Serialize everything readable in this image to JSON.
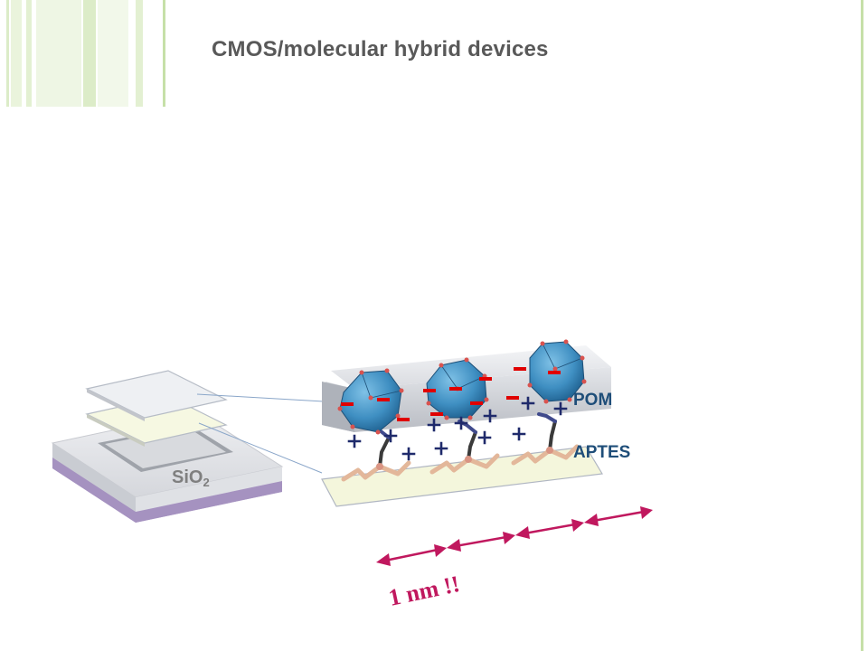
{
  "slide": {
    "title": "CMOS/molecular hybrid devices"
  },
  "diagram": {
    "substrate_label": "SiO",
    "substrate_sub": "2",
    "layer_labels": [
      "POM",
      "APTES"
    ],
    "scale_label": "1 nm !!",
    "scale_segments": 4
  },
  "colors": {
    "title": "#595959",
    "accent_green": "#c6e0a8",
    "pom_label": "#1f4e79",
    "negative_charge": "#e00000",
    "positive_charge": "#1f2a6b",
    "scale_arrow": "#c0185e",
    "cluster_blue": "#3f8fc2",
    "substrate_purple": "#b7a5cf"
  }
}
